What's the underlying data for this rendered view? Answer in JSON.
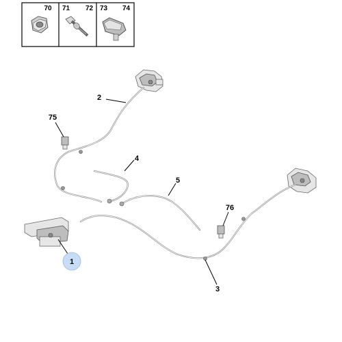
{
  "parts_table": {
    "cells": [
      {
        "label": "70"
      },
      {
        "label": "71",
        "label2": "72"
      },
      {
        "label": "73",
        "label2": "74"
      }
    ],
    "icons": [
      "nut-icon",
      "bolt-icon",
      "clip-icon"
    ]
  },
  "callouts": {
    "c1": "1",
    "c2": "2",
    "c3": "3",
    "c4": "4",
    "c5": "5",
    "c75": "75",
    "c76": "76"
  },
  "colors": {
    "cable": "#8a8a8a",
    "highlight_badge": "#c7ddf5",
    "line": "#000000"
  }
}
